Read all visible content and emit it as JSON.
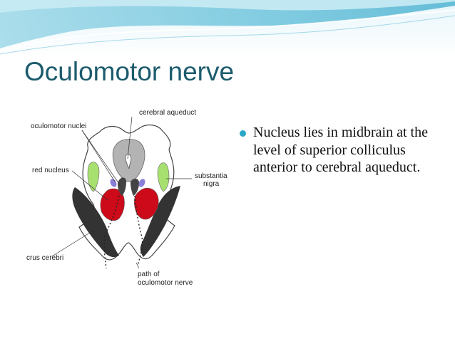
{
  "slide": {
    "title": "Oculomotor nerve",
    "bullet": "Nucleus lies in midbrain at the level of superior colliculus anterior to cerebral aqueduct."
  },
  "figure": {
    "labels": {
      "cerebral_aqueduct": "cerebral aqueduct",
      "oculomotor_nuclei": "oculomotor nuclei",
      "red_nucleus": "red nucleus",
      "substantia_line1": "substantia",
      "substantia_line2": "nigra",
      "crus_cerebri": "crus cerebri",
      "path_line1": "path of",
      "path_line2": "oculomotor nerve"
    }
  },
  "colors": {
    "title": "#1c5b6c",
    "bullet": "#2aa6c4",
    "header_wave": "#6ec4dc",
    "red_nucleus": "#cc0a1a",
    "substantia_nigra": "#a8e070",
    "oculomotor_nuclei": "#8a7fd8",
    "aqueduct_area": "#b3b3b3",
    "crus_cerebri": "#333333"
  }
}
